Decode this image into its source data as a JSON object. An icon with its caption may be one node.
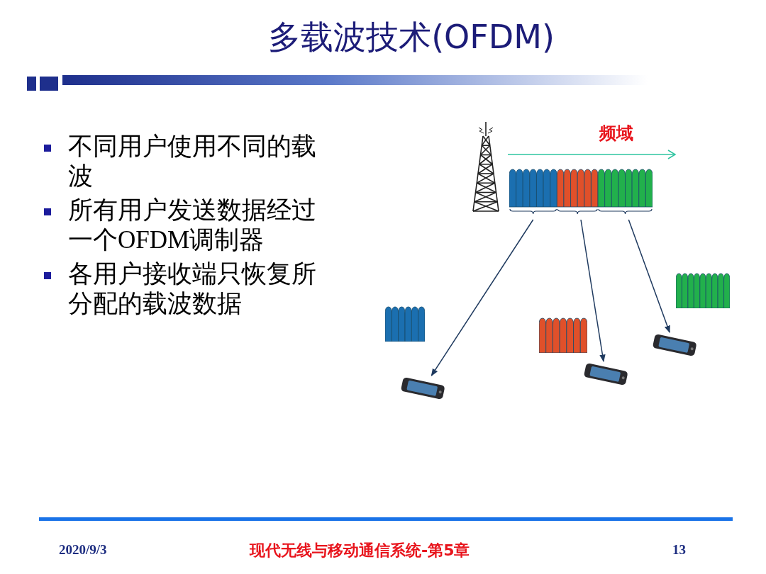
{
  "diagram": {
    "title": "多载波技术(OFDM)",
    "nodes": [
      {
        "text": [],
        "shape": "picture"
      },
      {
        "text": [],
        "shape": "picture"
      },
      {
        "text": [],
        "shape": "picture"
      },
      {
        "text": [],
        "shape": "picture"
      },
      {
        "text": [],
        "shape": "picture"
      },
      {
        "text": [],
        "shape": "picture"
      },
      {
        "text": [],
        "shape": "picture"
      },
      {
        "text": [],
        "shape": "picture"
      }
    ],
    "edges": [
      {
        "from": 1,
        "to": 5,
        "arrow": "to"
      },
      {
        "from": 1,
        "to": 6,
        "arrow": "to"
      },
      {
        "from": 1,
        "to": 7,
        "arrow": "to"
      }
    ],
    "labels": [
      "不同用户使用不同的载波",
      "所有用户发送数据经过一个OFDM调制器",
      "各用户接收端只恢复所分配的载波数据",
      "频域",
      "2020/9/3",
      "现代无线与移动通信系统-第5章",
      "13"
    ]
  }
}
